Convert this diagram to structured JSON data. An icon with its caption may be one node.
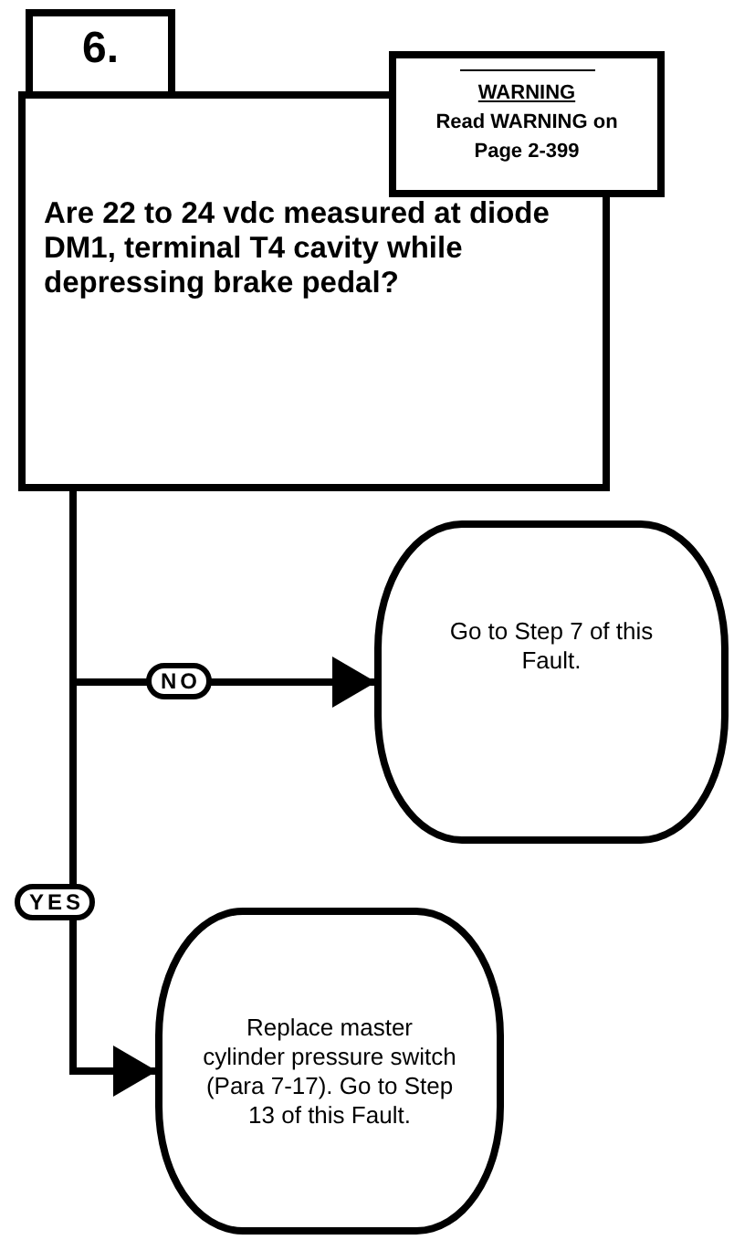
{
  "diagram": {
    "nodes": [
      {
        "text": [
          "6."
        ]
      },
      {
        "text": [
          "WARNING",
          "Read WARNING on Page 2-399"
        ]
      },
      {
        "text": [
          "Are 22 to 24 vdc measured at diode DM1, terminal T4 cavity while depressing brake pedal?"
        ]
      },
      {
        "text": [
          "Go to Step 7 of this Fault."
        ]
      },
      {
        "text": [
          "Replace master cylinder pressure switch (Para 7-17). Go to Step 13 of this Fault."
        ]
      }
    ],
    "edges": [
      {
        "from": 2,
        "to": 3,
        "arrow": "to",
        "label": "NO"
      },
      {
        "from": 2,
        "to": 4,
        "arrow": "to",
        "label": "YES"
      }
    ]
  }
}
